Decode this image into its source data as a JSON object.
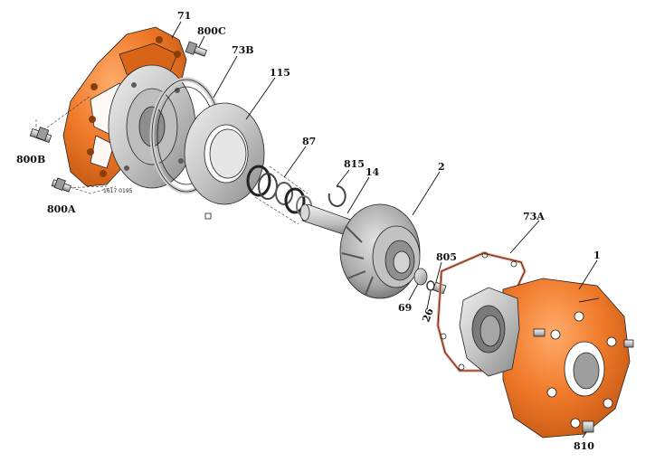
{
  "labels": {
    "rear_cover": "71",
    "stud_c": "800C",
    "gasket_b": "73B",
    "backplate": "115",
    "seal": "87",
    "circlip": "815",
    "shaft": "14",
    "impeller": "2",
    "stud_b": "800B",
    "stud_a": "800A",
    "gasket_a": "73A",
    "casing": "1",
    "nut": "805",
    "washer": "26",
    "impeller_nut": "69",
    "plug": "810"
  },
  "drawing_ref": "1617 0195",
  "colors": {
    "casting_orange": "#f07a2a",
    "casting_shadow": "#c85a14",
    "metal_light": "#d4d4d4",
    "metal_mid": "#a9a9a9",
    "metal_dark": "#6f6f6f",
    "gasket_line": "#e89070"
  }
}
